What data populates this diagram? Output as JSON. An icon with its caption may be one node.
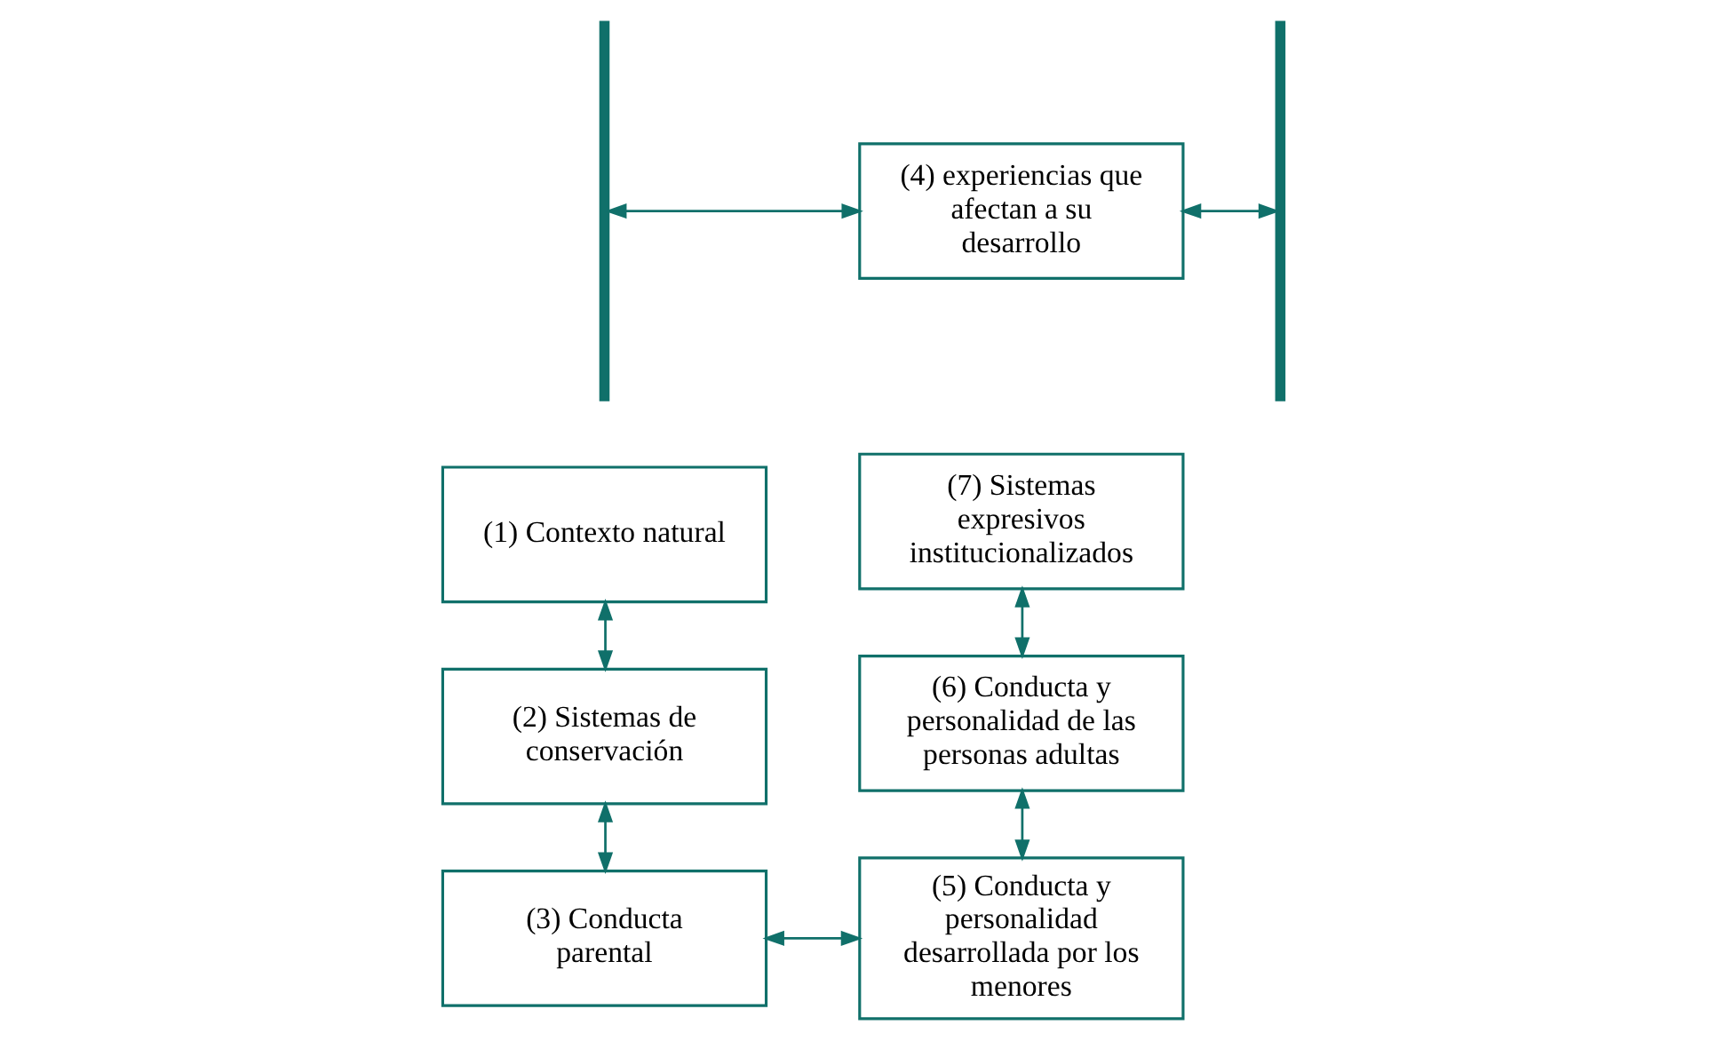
{
  "diagram": {
    "nodes": [
      {
        "text": [
          "(1) Contexto natural"
        ]
      },
      {
        "text": [
          "(2) Sistemas de conservación"
        ]
      },
      {
        "text": [
          "(3) Conducta parental"
        ]
      },
      {
        "text": [],
        "shape": "bracket"
      },
      {
        "text": [
          "(4) experiencias que afectan a su desarrollo"
        ]
      },
      {
        "text": [],
        "shape": "bracket"
      },
      {
        "text": [
          "(7) Sistemas expresivos institucionalizados"
        ]
      },
      {
        "text": [
          "(6) Conducta y personalidad de las personas adultas"
        ]
      },
      {
        "text": [
          "(5) Conducta y personalidad desarrollada por los menores"
        ]
      }
    ],
    "edges": [
      {
        "from": 0,
        "to": 1,
        "arrow": "both"
      },
      {
        "from": 1,
        "to": 2,
        "arrow": "both"
      },
      {
        "from": 2,
        "to": 8,
        "arrow": "both"
      },
      {
        "from": 3,
        "to": 4,
        "arrow": "both"
      },
      {
        "from": 4,
        "to": 5,
        "arrow": "both"
      },
      {
        "from": 6,
        "to": 7,
        "arrow": "both"
      },
      {
        "from": 7,
        "to": 8,
        "arrow": "both"
      }
    ]
  }
}
